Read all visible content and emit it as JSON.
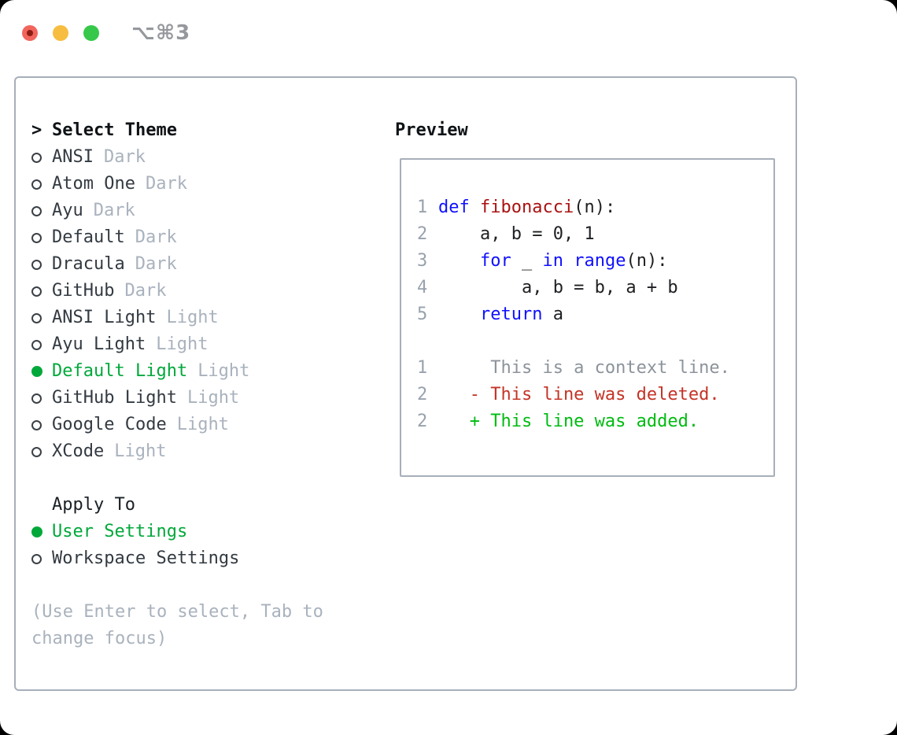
{
  "titlebar": {
    "shortcut_label": "⌥⌘3",
    "traffic_lights": {
      "close": "#f2655c",
      "close_dot": "#8e1d12",
      "minimize": "#f7bd40",
      "zoom": "#36c84b"
    }
  },
  "colors": {
    "selected_green": "#00a83a",
    "dim_gray": "#a9b2bd",
    "panel_border": "#a7afba",
    "text_dark": "#333a41"
  },
  "theme_panel": {
    "prompt": ">",
    "header": "Select Theme",
    "items": [
      {
        "name": "ANSI",
        "variant": "Dark",
        "selected": false
      },
      {
        "name": "Atom One",
        "variant": "Dark",
        "selected": false
      },
      {
        "name": "Ayu",
        "variant": "Dark",
        "selected": false
      },
      {
        "name": "Default",
        "variant": "Dark",
        "selected": false
      },
      {
        "name": "Dracula",
        "variant": "Dark",
        "selected": false
      },
      {
        "name": "GitHub",
        "variant": "Dark",
        "selected": false
      },
      {
        "name": "ANSI Light",
        "variant": "Light",
        "selected": false
      },
      {
        "name": "Ayu Light",
        "variant": "Light",
        "selected": false
      },
      {
        "name": "Default Light",
        "variant": "Light",
        "selected": true
      },
      {
        "name": "GitHub Light",
        "variant": "Light",
        "selected": false
      },
      {
        "name": "Google Code",
        "variant": "Light",
        "selected": false
      },
      {
        "name": "XCode",
        "variant": "Light",
        "selected": false
      }
    ]
  },
  "apply_panel": {
    "header": "Apply To",
    "options": [
      {
        "label": "User Settings",
        "selected": true
      },
      {
        "label": "Workspace Settings",
        "selected": false
      }
    ]
  },
  "hint": {
    "line1": "(Use Enter to select, Tab to",
    "line2": "change focus)"
  },
  "preview": {
    "header": "Preview",
    "lines": [
      {
        "num": "1",
        "tokens": [
          {
            "text": "def ",
            "color": "#1010ff"
          },
          {
            "text": "fibonacci",
            "color": "#aa1111"
          },
          {
            "text": "(n):",
            "color": "#1d1f22"
          }
        ]
      },
      {
        "num": "2",
        "tokens": [
          {
            "text": "    a, b = 0, 1",
            "color": "#1d1f22"
          }
        ]
      },
      {
        "num": "3",
        "tokens": [
          {
            "text": "    ",
            "color": "#1d1f22"
          },
          {
            "text": "for",
            "color": "#1010ff"
          },
          {
            "text": " _ ",
            "color": "#1d1f22"
          },
          {
            "text": "in",
            "color": "#1010ff"
          },
          {
            "text": " ",
            "color": "#1d1f22"
          },
          {
            "text": "range",
            "color": "#1010ff"
          },
          {
            "text": "(n):",
            "color": "#1d1f22"
          }
        ]
      },
      {
        "num": "4",
        "tokens": [
          {
            "text": "        a, b = b, a + b",
            "color": "#1d1f22"
          }
        ]
      },
      {
        "num": "5",
        "tokens": [
          {
            "text": "    ",
            "color": "#1d1f22"
          },
          {
            "text": "return",
            "color": "#1010ff"
          },
          {
            "text": " a",
            "color": "#1d1f22"
          }
        ]
      },
      {
        "num": "",
        "tokens": []
      },
      {
        "num": "1",
        "tokens": [
          {
            "text": "     This is a context line.",
            "color": "#8c939b"
          }
        ]
      },
      {
        "num": "2",
        "tokens": [
          {
            "text": "   - This line was deleted.",
            "color": "#c43426"
          }
        ]
      },
      {
        "num": "2",
        "tokens": [
          {
            "text": "   + This line was added.",
            "color": "#00bb11"
          }
        ]
      }
    ]
  }
}
